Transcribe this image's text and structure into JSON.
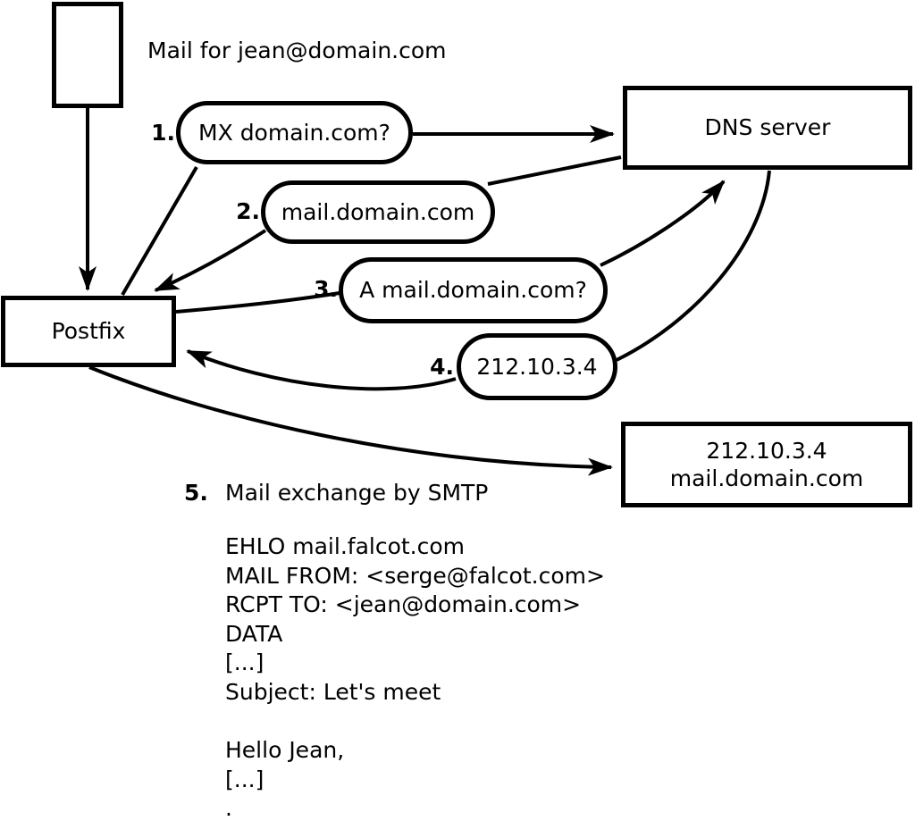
{
  "diagram": {
    "sender_label": "Mail for jean@domain.com",
    "postfix": {
      "label": "Postfix"
    },
    "dns_server": {
      "label": "DNS server"
    },
    "mail_server": {
      "line1": "212.10.3.4",
      "line2": "mail.domain.com"
    },
    "steps": [
      {
        "num": "1.",
        "label": "MX domain.com?"
      },
      {
        "num": "2.",
        "label": "mail.domain.com"
      },
      {
        "num": "3.",
        "label": "A mail.domain.com?"
      },
      {
        "num": "4.",
        "label": "212.10.3.4"
      },
      {
        "num": "5.",
        "label": "Mail exchange by SMTP"
      }
    ],
    "smtp_session": [
      "EHLO mail.falcot.com",
      "MAIL FROM: <serge@falcot.com>",
      "RCPT TO: <jean@domain.com>",
      "DATA",
      "[...]",
      "Subject: Let's meet",
      "",
      "Hello Jean,",
      "[...]",
      "."
    ],
    "icons": {
      "sender": "mail-document"
    },
    "colors": {
      "stroke": "#000000",
      "background": "#ffffff"
    }
  }
}
